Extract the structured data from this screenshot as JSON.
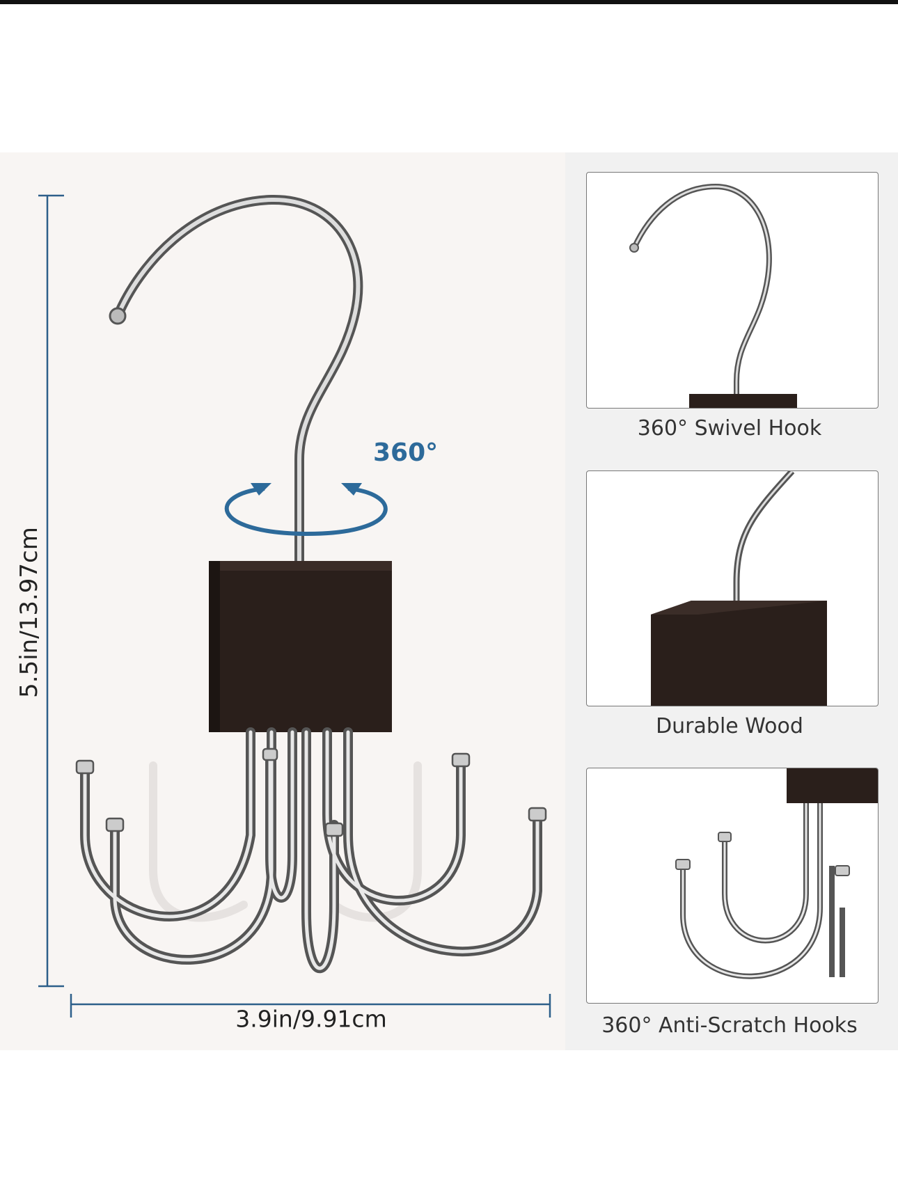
{
  "dimensions": {
    "height_label": "5.5in/13.97cm",
    "width_label": "3.9in/9.91cm"
  },
  "rotation": {
    "label": "360°",
    "arrow_color": "#2d6a9a"
  },
  "features": [
    {
      "caption": "360° Swivel Hook"
    },
    {
      "caption": "Durable Wood"
    },
    {
      "caption": "360° Anti-Scratch Hooks"
    }
  ],
  "colors": {
    "wood": "#2a1f1b",
    "metal": "#9a9a9a",
    "dimension_line": "#2d5f8a"
  }
}
